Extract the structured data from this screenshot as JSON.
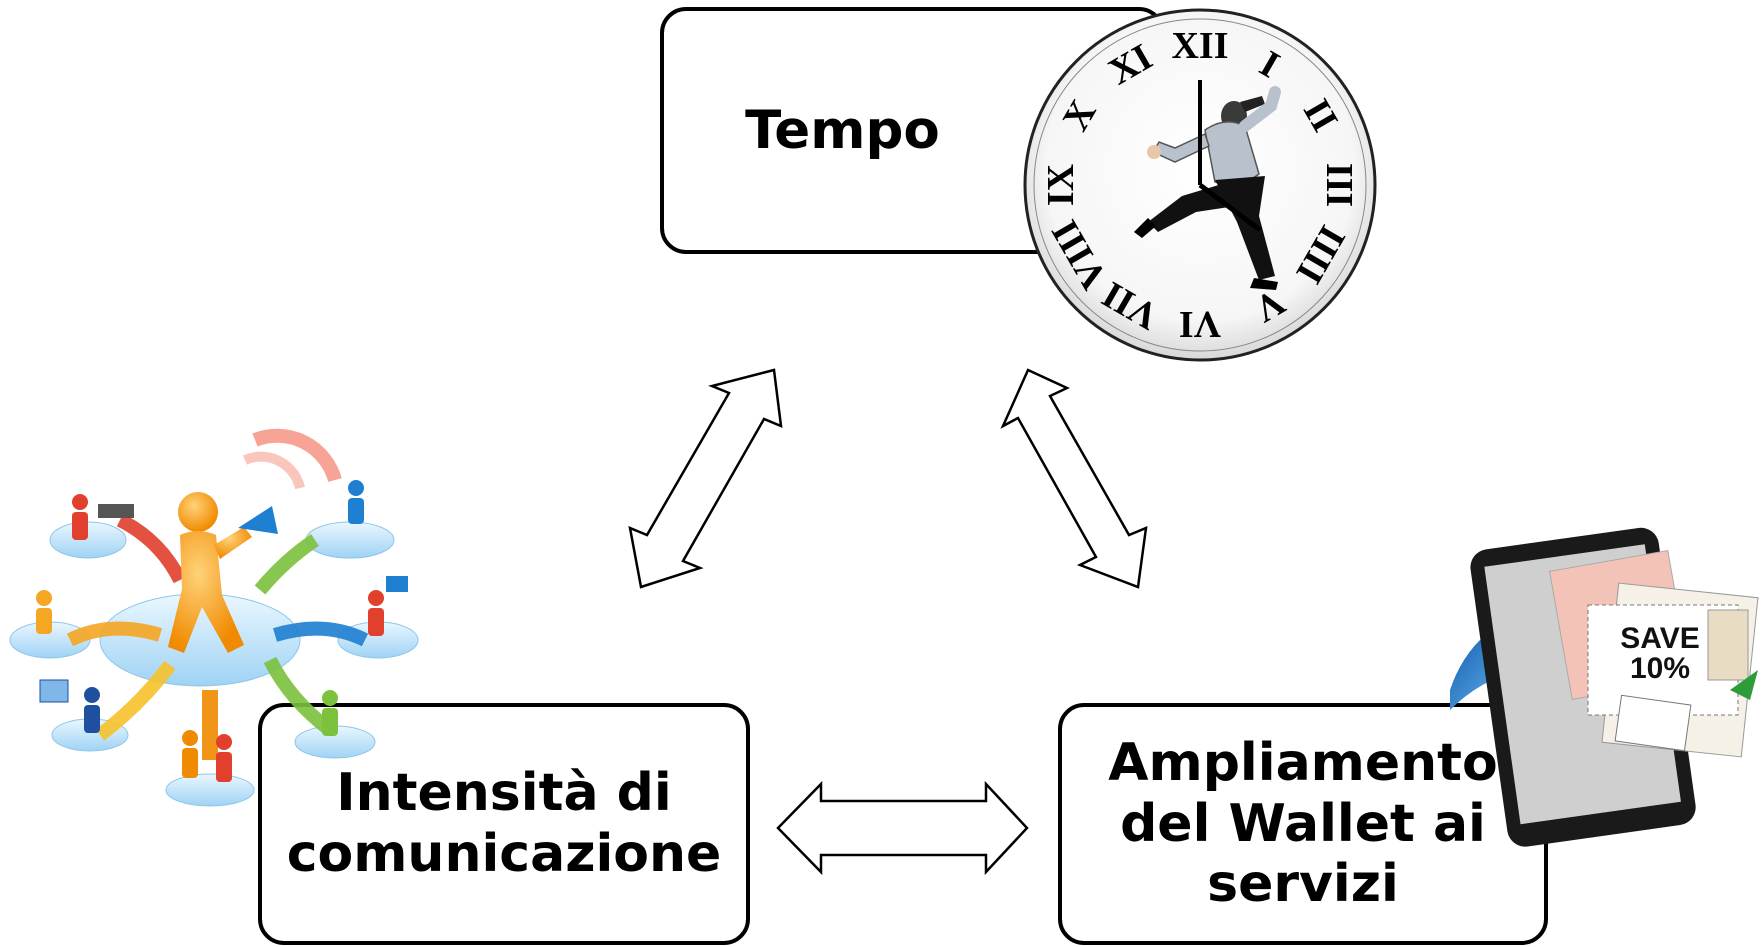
{
  "nodes": {
    "tempo": "Tempo",
    "intensita": "Intensità di\ncomunicazione",
    "ampliamento": "Ampliamento\ndel Wallet ai\nservizi"
  },
  "clock": {
    "numerals": [
      "XII",
      "I",
      "II",
      "III",
      "IIII",
      "V",
      "VI",
      "VII",
      "VIII",
      "IX",
      "X",
      "XI"
    ]
  },
  "coupon": {
    "save": "SAVE",
    "percent": "10%"
  },
  "icons": [
    "running-man-clock-icon",
    "social-network-people-icon",
    "smartphone-coupons-icon"
  ],
  "colors": {
    "border": "#000000",
    "background": "#ffffff"
  }
}
